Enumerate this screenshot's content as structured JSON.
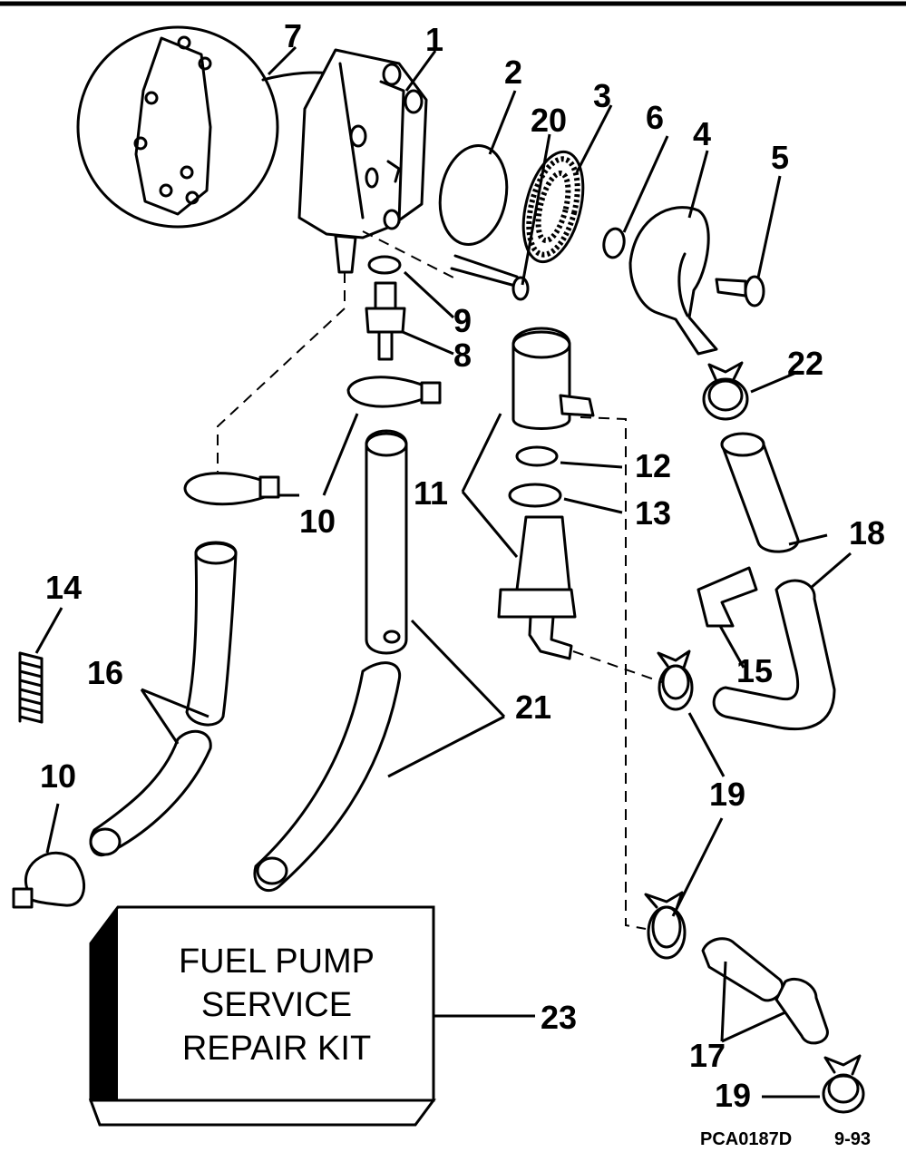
{
  "diagram": {
    "callouts": {
      "c1": "1",
      "c2": "2",
      "c3": "3",
      "c4": "4",
      "c5": "5",
      "c6": "6",
      "c7": "7",
      "c8": "8",
      "c9": "9",
      "c10a": "10",
      "c10b": "10",
      "c11": "11",
      "c12": "12",
      "c13": "13",
      "c14": "14",
      "c15": "15",
      "c16": "16",
      "c17": "17",
      "c18": "18",
      "c19a": "19",
      "c19b": "19",
      "c20": "20",
      "c21": "21",
      "c22": "22",
      "c23": "23"
    },
    "kit_label": {
      "line1": "FUEL PUMP",
      "line2": "SERVICE",
      "line3": "REPAIR KIT"
    },
    "footer": {
      "code": "PCA0187D",
      "date": "9-93"
    }
  }
}
